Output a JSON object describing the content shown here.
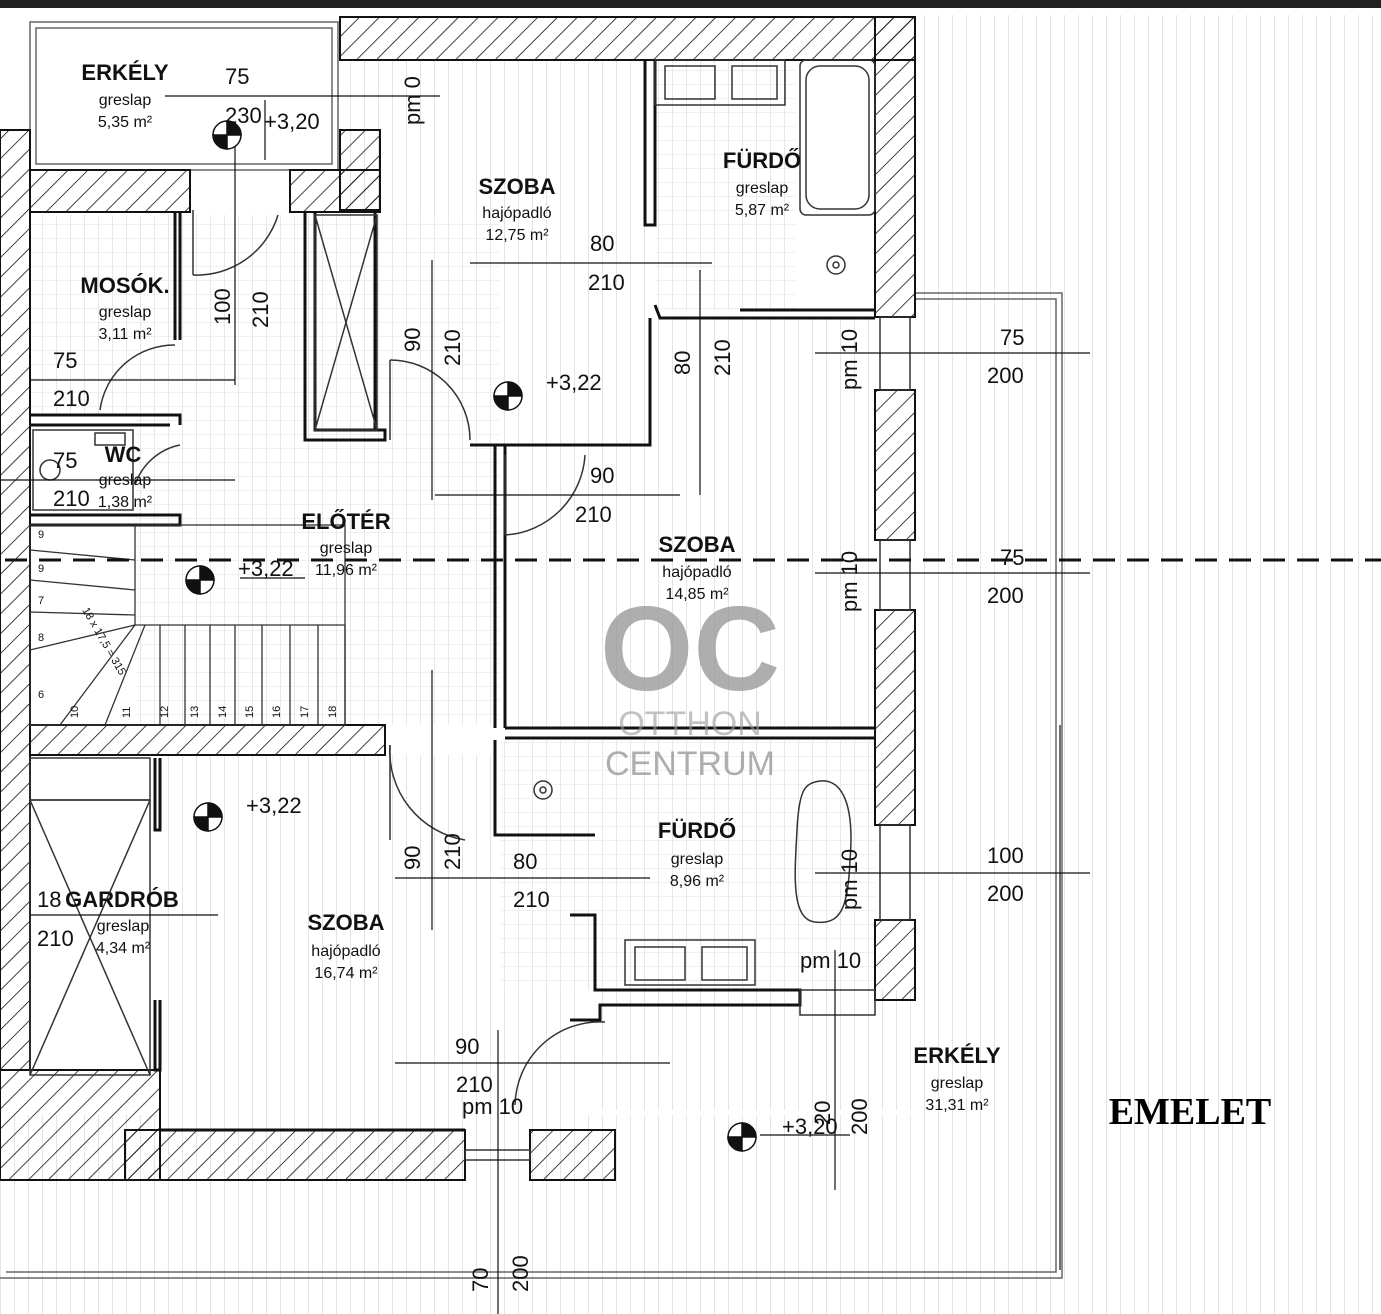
{
  "floor_title": "EMELET",
  "watermark": {
    "logo": "OC",
    "line1": "OTTHON",
    "line2": "CENTRUM"
  },
  "rooms": {
    "erkely_top": {
      "name": "ERKÉLY",
      "material": "greslap",
      "area": "5,35 m²"
    },
    "szoba_top": {
      "name": "SZOBA",
      "material": "hajópadló",
      "area": "12,75 m²"
    },
    "furdo_top": {
      "name": "FÜRDŐ",
      "material": "greslap",
      "area": "5,87 m²"
    },
    "mosok": {
      "name": "MOSÓK.",
      "material": "greslap",
      "area": "3,11 m²"
    },
    "wc": {
      "name": "WC",
      "material": "greslap",
      "area": "1,38 m²"
    },
    "eloter": {
      "name": "ELŐTÉR",
      "material": "greslap",
      "area": "11,96 m²"
    },
    "szoba_right": {
      "name": "SZOBA",
      "material": "hajópadló",
      "area": "14,85 m²"
    },
    "furdo_bottom": {
      "name": "FÜRDŐ",
      "material": "greslap",
      "area": "8,96 m²"
    },
    "gardrob": {
      "name": "GARDRÓB",
      "material": "greslap",
      "area": "4,34 m²"
    },
    "szoba_bottom": {
      "name": "SZOBA",
      "material": "hajópadló",
      "area": "16,74 m²"
    },
    "erkely_big": {
      "name": "ERKÉLY",
      "material": "greslap",
      "area": "31,31 m²"
    }
  },
  "levels": {
    "l1": "+3,20",
    "l2": "+3,22",
    "l3": "+3,22",
    "l4": "+3,22",
    "l5": "+3,20"
  },
  "dims": {
    "d75a": "75",
    "d230": "230",
    "pm0": "pm 0",
    "d100v": "100",
    "d210v": "210",
    "d75b": "75",
    "d210b": "210",
    "d75c": "75",
    "d210c": "210",
    "d90v": "90",
    "d210v2": "210",
    "d80a": "80",
    "d210a": "210",
    "d80v": "80",
    "d210v3": "210",
    "pm10a": "pm 10",
    "d75r1": "75",
    "d200r1": "200",
    "d90b": "90",
    "d210d": "210",
    "pm10b": "pm 10",
    "d75r2": "75",
    "d200r2": "200",
    "d90v2": "90",
    "d210v4": "210",
    "d80b": "80",
    "d210e": "210",
    "pm10c": "pm 10",
    "d100r": "100",
    "d200r3": "200",
    "d18": "18",
    "d210f": "210",
    "pm10d": "pm 10",
    "d90c": "90",
    "d210g": "210",
    "pm10e": "pm 10",
    "d20": "20",
    "d200v": "200",
    "d70": "70",
    "d200b": "200"
  },
  "stairs": {
    "label": "18 x 17,5 = 315",
    "steps": [
      "9",
      "9",
      "7",
      "8",
      "6",
      "10",
      "11",
      "12",
      "13",
      "14",
      "15",
      "16",
      "17",
      "18"
    ]
  }
}
